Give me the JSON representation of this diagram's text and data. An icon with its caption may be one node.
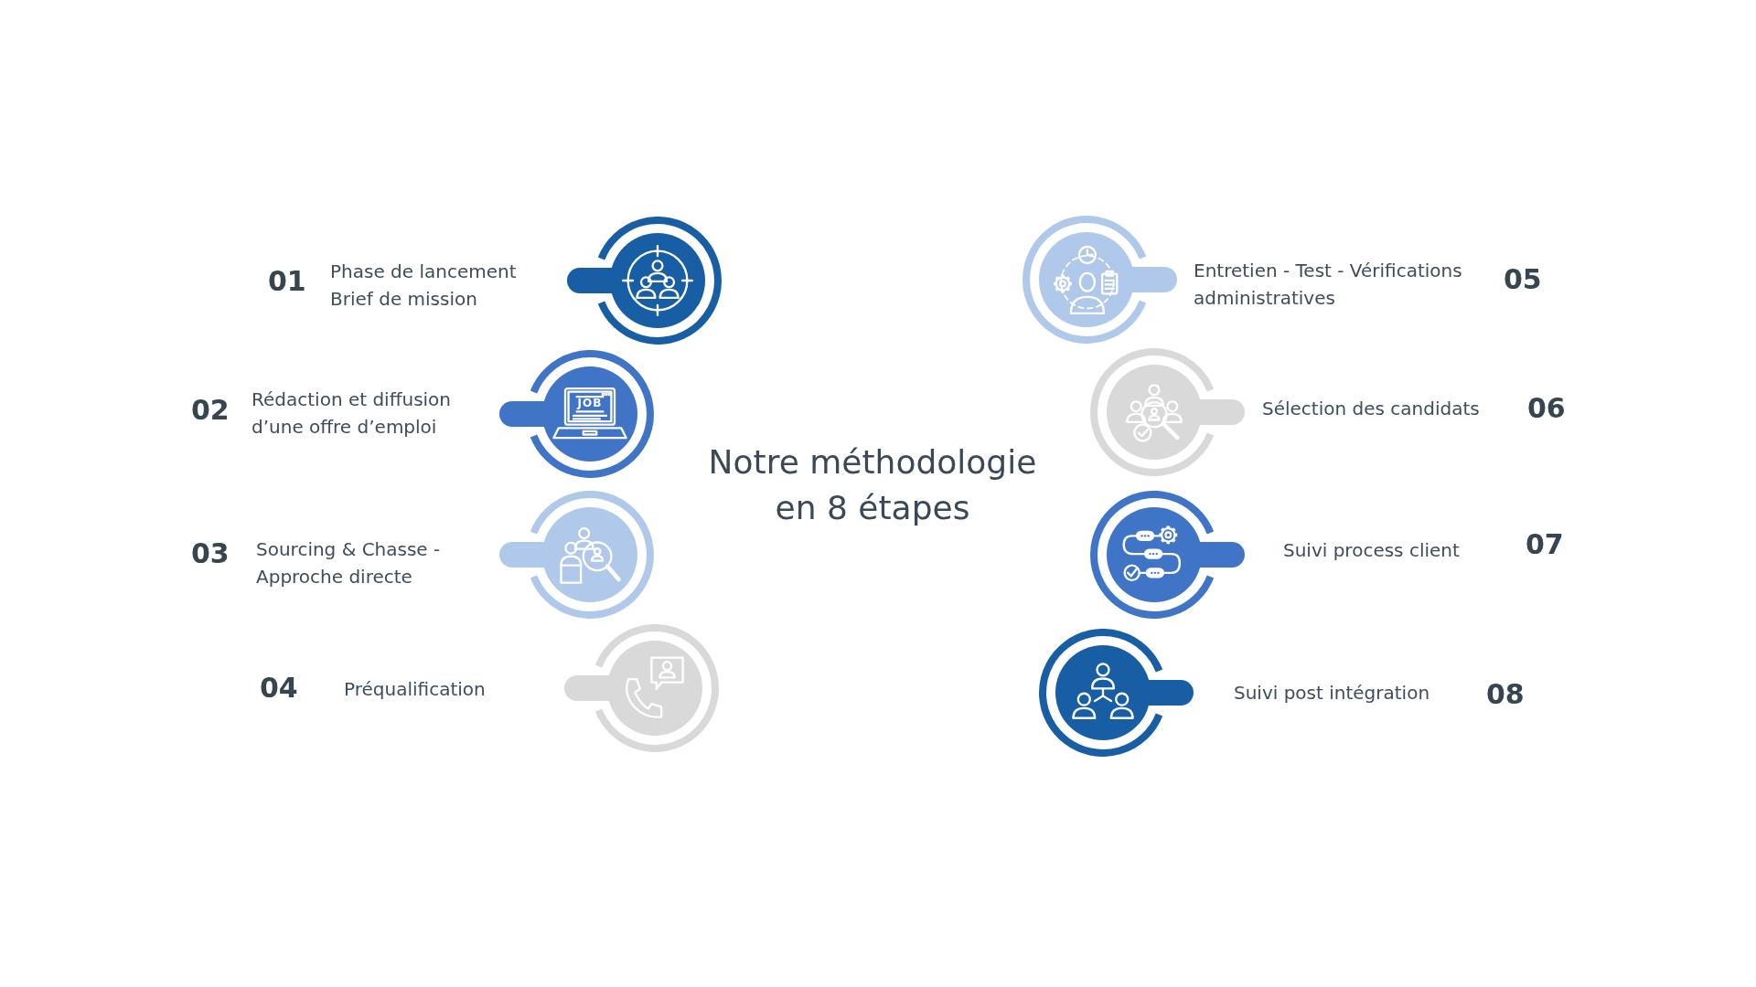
{
  "diagram": {
    "title": "Notre méthodologie en 8 étapes",
    "nodes": [
      {
        "text": [],
        "shape": "circle",
        "beside": [
          "01",
          "Phase de lancement Brief de mission"
        ]
      },
      {
        "text": [],
        "shape": "circle",
        "beside": [
          "02",
          "Rédaction et diffusion d’une offre d’emploi"
        ]
      },
      {
        "text": [],
        "shape": "circle",
        "beside": [
          "03",
          "Sourcing & Chasse - Approche directe"
        ]
      },
      {
        "text": [],
        "shape": "circle",
        "beside": [
          "04",
          "Préqualification"
        ]
      },
      {
        "text": [],
        "shape": "circle",
        "beside": [
          "05",
          "Entretien - Test - Vérifications administratives"
        ]
      },
      {
        "text": [],
        "shape": "circle",
        "beside": [
          "06",
          "Sélection des candidats"
        ]
      },
      {
        "text": [],
        "shape": "circle",
        "beside": [
          "07",
          "Suivi process client"
        ]
      },
      {
        "text": [],
        "shape": "circle",
        "beside": [
          "08",
          "Suivi post intégration"
        ]
      }
    ],
    "labels": [
      "JOB"
    ]
  }
}
